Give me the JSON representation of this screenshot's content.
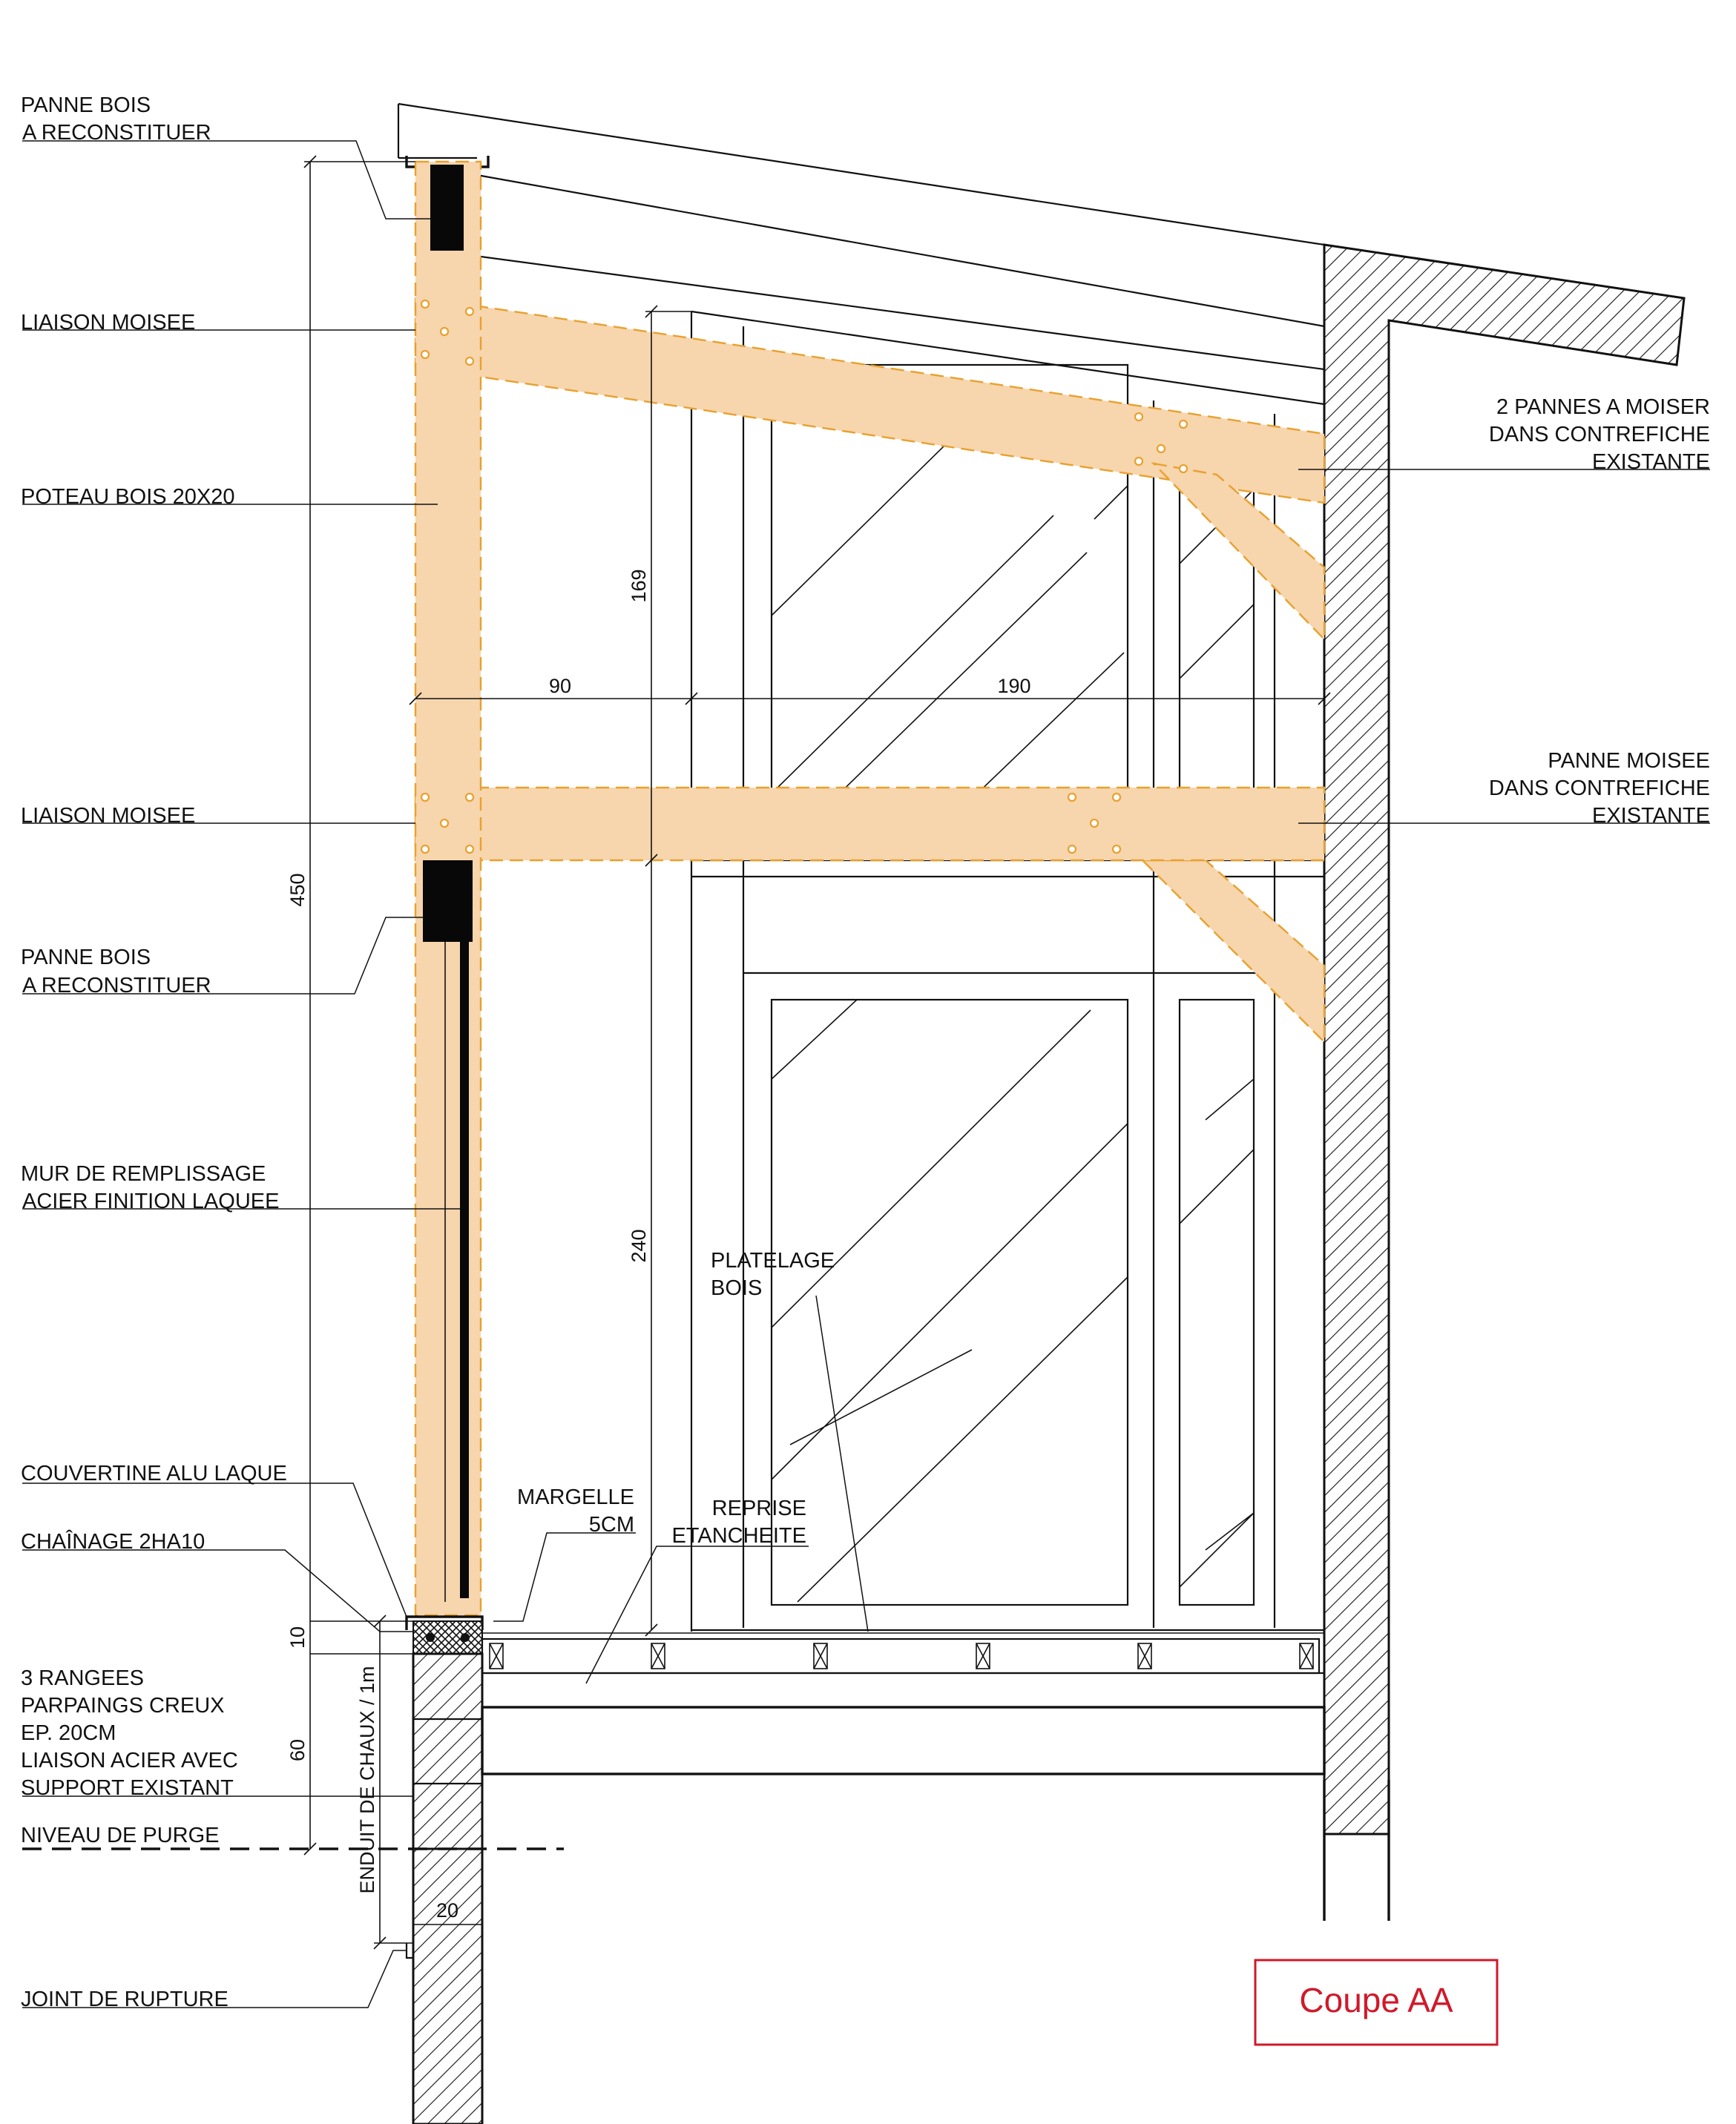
{
  "title": "Coupe AA",
  "colors": {
    "timber_fill": "#f7d5ad",
    "timber_outline": "#e8a12e",
    "title_red": "#d0192b",
    "line": "#111111"
  },
  "labels_left": [
    {
      "line1": "PANNE BOIS",
      "line2": "A RECONSTITUER"
    },
    {
      "line1": "LIAISON MOISEE"
    },
    {
      "line1": "POTEAU BOIS 20X20"
    },
    {
      "line1": "LIAISON MOISEE"
    },
    {
      "line1": "PANNE BOIS",
      "line2": "A RECONSTITUER"
    },
    {
      "line1": "MUR DE REMPLISSAGE",
      "line2": "ACIER FINITION LAQUEE"
    },
    {
      "line1": "COUVERTINE ALU LAQUE"
    },
    {
      "line1": "CHAÎNAGE 2HA10"
    },
    {
      "line1": "3 RANGEES",
      "line2": "PARPAINGS CREUX",
      "line3": "EP. 20CM",
      "line4": "LIAISON ACIER AVEC",
      "line5": "SUPPORT EXISTANT"
    },
    {
      "line1": "NIVEAU DE PURGE"
    },
    {
      "line1": "JOINT DE RUPTURE"
    }
  ],
  "labels_right": [
    {
      "line1": "2 PANNES A MOISER",
      "line2": "DANS CONTREFICHE",
      "line3": "EXISTANTE"
    },
    {
      "line1": "PANNE MOISEE",
      "line2": "DANS CONTREFICHE",
      "line3": "EXISTANTE"
    }
  ],
  "labels_center": {
    "platelage": {
      "line1": "PLATELAGE",
      "line2": "BOIS"
    },
    "margelle": {
      "line1": "MARGELLE",
      "line2": "5CM"
    },
    "reprise": {
      "line1": "REPRISE",
      "line2": "ETANCHEITE"
    }
  },
  "dimensions": {
    "total_height": "450",
    "upper_height": "169",
    "lower_height": "240",
    "left_span": "90",
    "right_span": "190",
    "chainage": "10",
    "blocks": "60",
    "wall_thickness": "20",
    "render_note": "ENDUIT DE CHAUX / 1m"
  }
}
